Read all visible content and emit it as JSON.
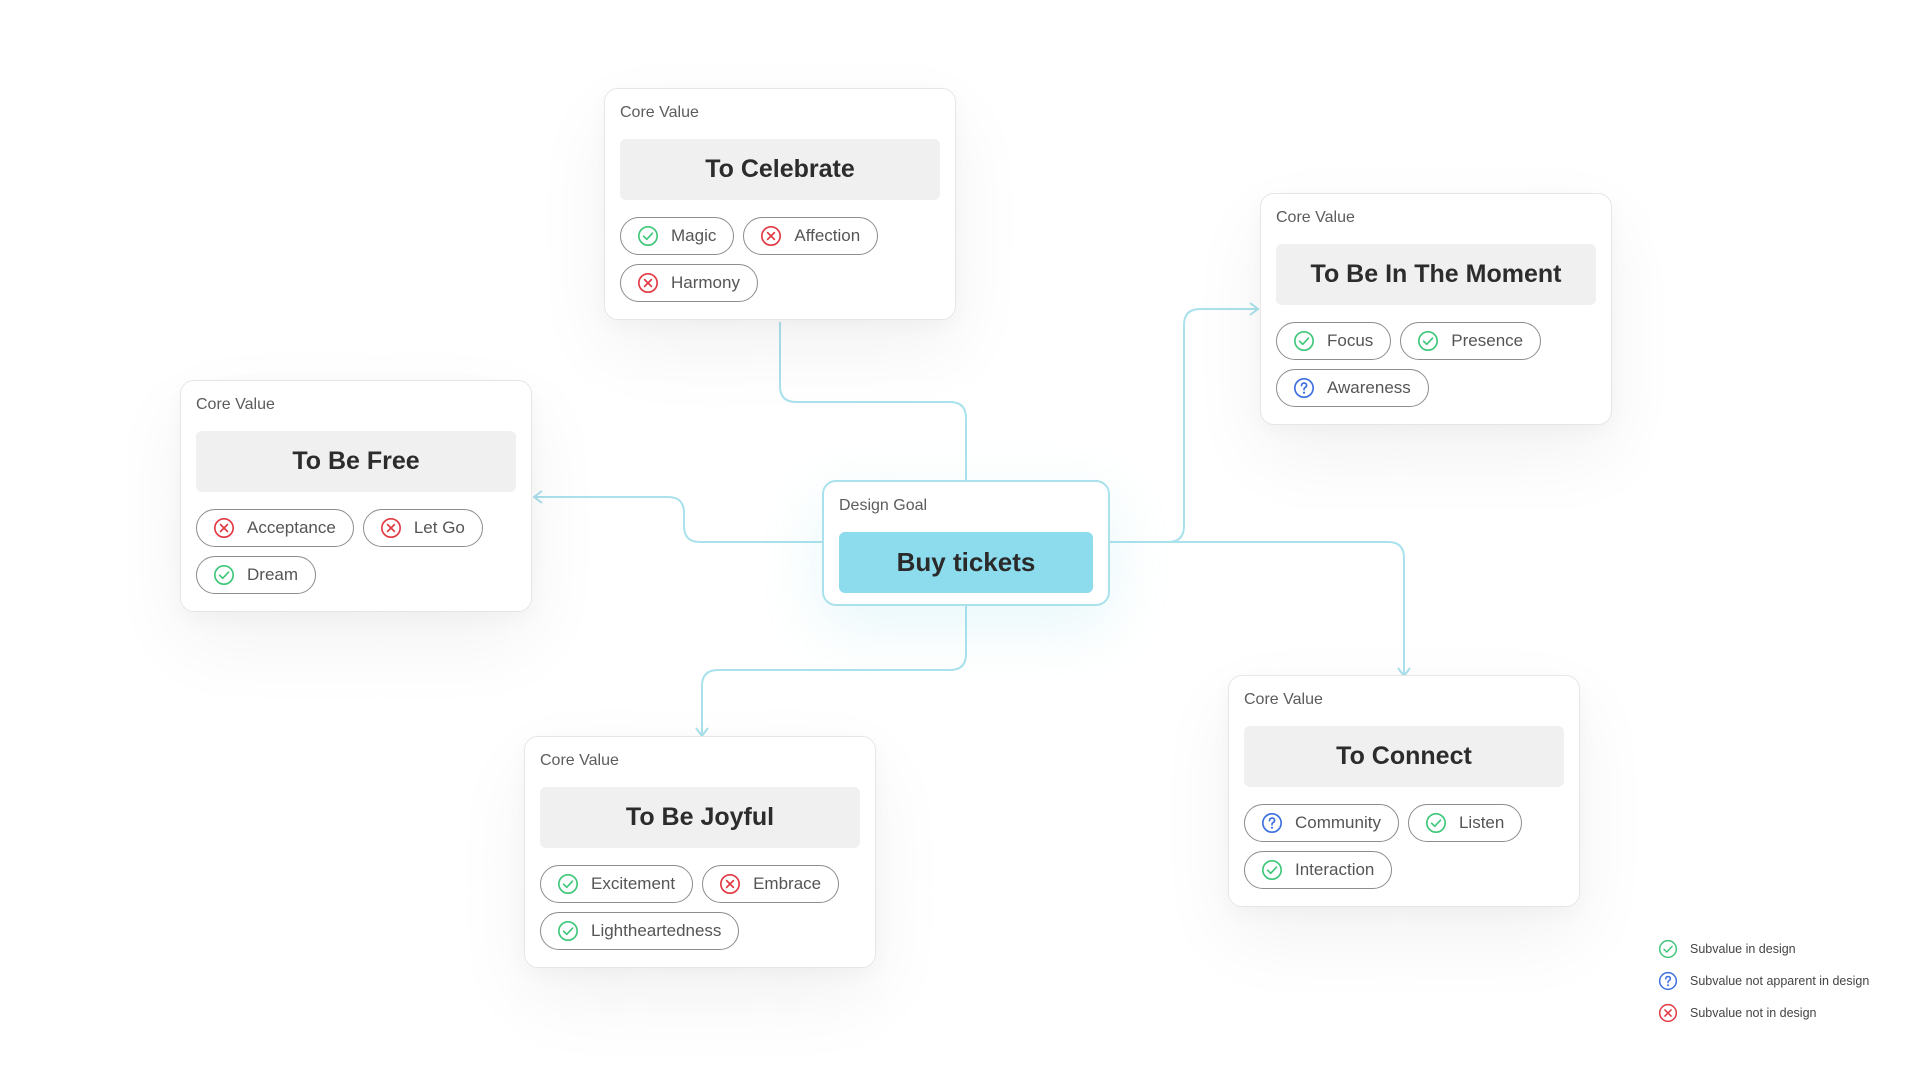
{
  "colors": {
    "check": "#3ec77a",
    "question": "#3d6fe0",
    "cross": "#e23a44",
    "connector": "#a9e1ec",
    "goal_fill": "#8ddcee"
  },
  "goal": {
    "label": "Design Goal",
    "title": "Buy tickets"
  },
  "core_values": [
    {
      "label": "Core Value",
      "title": "To Celebrate",
      "subvalues": [
        {
          "text": "Magic",
          "status": "check"
        },
        {
          "text": "Affection",
          "status": "cross"
        },
        {
          "text": "Harmony",
          "status": "cross"
        }
      ]
    },
    {
      "label": "Core Value",
      "title": "To Be In The Moment",
      "subvalues": [
        {
          "text": "Focus",
          "status": "check"
        },
        {
          "text": "Presence",
          "status": "check"
        },
        {
          "text": "Awareness",
          "status": "question"
        }
      ]
    },
    {
      "label": "Core Value",
      "title": "To Be Free",
      "subvalues": [
        {
          "text": "Acceptance",
          "status": "cross"
        },
        {
          "text": "Let Go",
          "status": "cross"
        },
        {
          "text": "Dream",
          "status": "check"
        }
      ]
    },
    {
      "label": "Core Value",
      "title": "To Be Joyful",
      "subvalues": [
        {
          "text": "Excitement",
          "status": "check"
        },
        {
          "text": "Embrace",
          "status": "cross"
        },
        {
          "text": "Lightheartedness",
          "status": "check"
        }
      ]
    },
    {
      "label": "Core Value",
      "title": "To Connect",
      "subvalues": [
        {
          "text": "Community",
          "status": "question"
        },
        {
          "text": "Listen",
          "status": "check"
        },
        {
          "text": "Interaction",
          "status": "check"
        }
      ]
    }
  ],
  "legend": [
    {
      "status": "check",
      "text": "Subvalue in design"
    },
    {
      "status": "question",
      "text": "Subvalue not apparent in design"
    },
    {
      "status": "cross",
      "text": "Subvalue not in design"
    }
  ]
}
